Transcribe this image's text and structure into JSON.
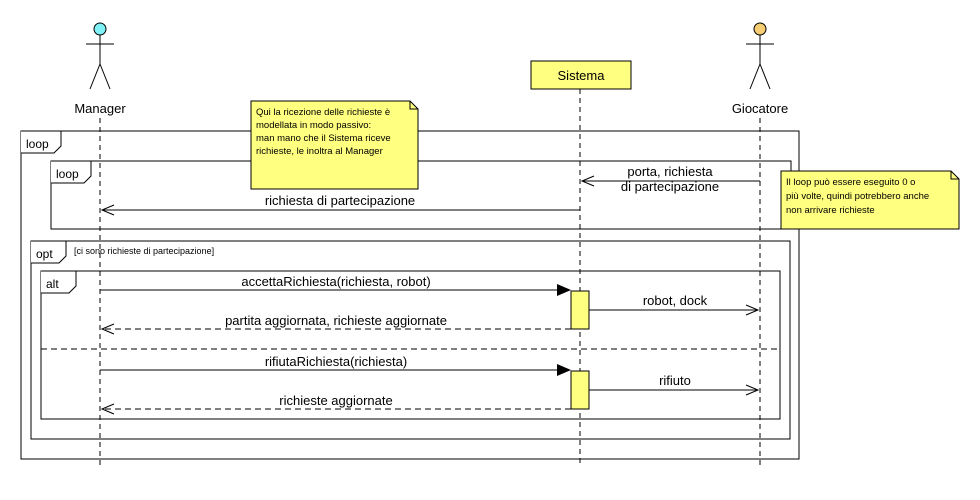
{
  "actors": {
    "manager": {
      "label": "Manager",
      "head_color": "#7ff0f5"
    },
    "giocatore": {
      "label": "Giocatore",
      "head_color": "#f5cd73"
    }
  },
  "sistema": {
    "label": "Sistema",
    "fill_color": "#ffff80"
  },
  "frames": {
    "outer_loop": {
      "label": "loop"
    },
    "inner_loop": {
      "label": "loop"
    },
    "opt": {
      "label": "opt",
      "guard": "[ci sono richieste di partecipazione]"
    },
    "alt": {
      "label": "alt"
    }
  },
  "messages": {
    "porta_richiesta_line1": "porta, richiesta",
    "porta_richiesta_line2": "di partecipazione",
    "richiesta_partecipazione": "richiesta di partecipazione",
    "accetta_richiesta": "accettaRichiesta(richiesta, robot)",
    "robot_dock": "robot, dock",
    "partita_aggiornata": "partita aggiornata, richieste aggiornate",
    "rifiuta_richiesta": "rifiutaRichiesta(richiesta)",
    "rifiuto": "rifiuto",
    "richieste_aggiornate": "richieste aggiornate"
  },
  "notes": {
    "passive_note": {
      "lines": [
        "Qui la ricezione delle richieste è",
        "modellata in modo passivo:",
        "man mano che il Sistema riceve",
        "richieste, le inoltra al Manager"
      ]
    },
    "loop_note": {
      "lines": [
        "Il loop può essere eseguito 0 o",
        "più volte, quindi potrebbero anche",
        "non arrivare richieste"
      ]
    }
  },
  "colors": {
    "note_fill": "#ffff80",
    "activation_fill": "#ffff80",
    "line": "#000000",
    "frame": "#000000"
  }
}
